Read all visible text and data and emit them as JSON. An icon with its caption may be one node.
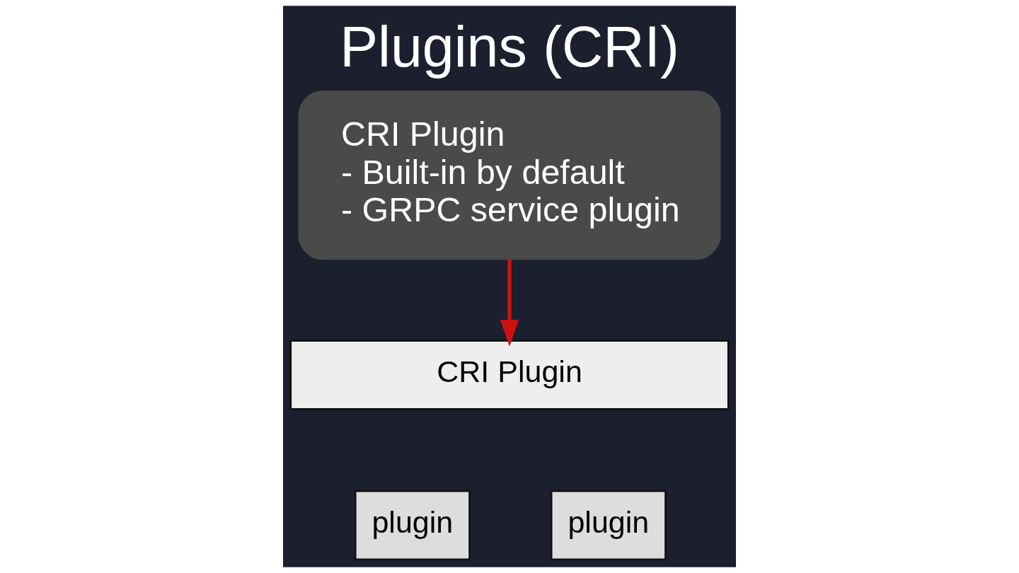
{
  "diagram": {
    "title": "Plugins (CRI)",
    "nodes": [
      {
        "text": [
          "CRI Plugin",
          "- Built-in by default",
          "- GRPC service plugin"
        ]
      },
      {
        "text": [
          "CRI Plugin"
        ]
      },
      {
        "text": [
          "plugin"
        ]
      },
      {
        "text": [
          "plugin"
        ]
      }
    ],
    "edges": [
      {
        "from": 0,
        "to": 1,
        "arrow": "to",
        "color": "#cc1111"
      }
    ]
  }
}
